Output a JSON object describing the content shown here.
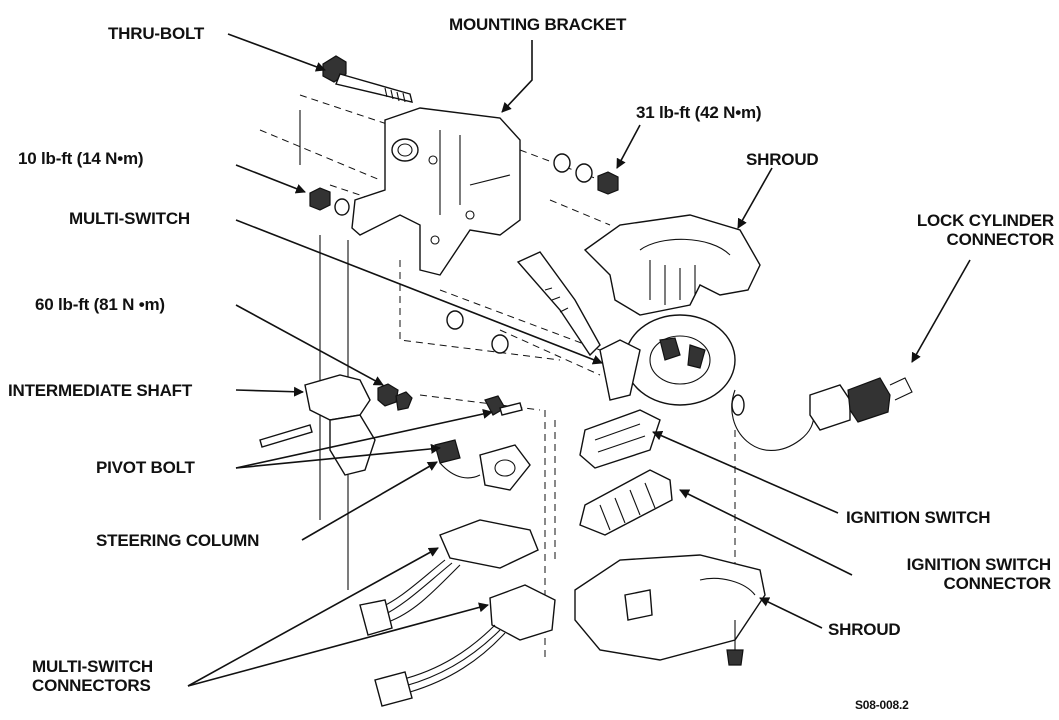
{
  "labels": {
    "thru_bolt": "THRU-BOLT",
    "mounting_bracket": "MOUNTING BRACKET",
    "torque_31": "31 lb-ft (42 N•m)",
    "torque_10": "10 lb-ft (14 N•m)",
    "shroud_upper": "SHROUD",
    "multi_switch": "MULTI-SWITCH",
    "lock_cylinder_connector_line1": "LOCK CYLINDER",
    "lock_cylinder_connector_line2": "CONNECTOR",
    "torque_60": "60 lb-ft (81 N •m)",
    "intermediate_shaft": "INTERMEDIATE SHAFT",
    "pivot_bolt": "PIVOT BOLT",
    "ignition_switch": "IGNITION SWITCH",
    "ignition_switch_connector_line1": "IGNITION SWITCH",
    "ignition_switch_connector_line2": "CONNECTOR",
    "steering_column": "STEERING COLUMN",
    "shroud_lower": "SHROUD",
    "multi_switch_connectors_line1": "MULTI-SWITCH",
    "multi_switch_connectors_line2": "CONNECTORS",
    "figure_code": "S08-008.2"
  }
}
